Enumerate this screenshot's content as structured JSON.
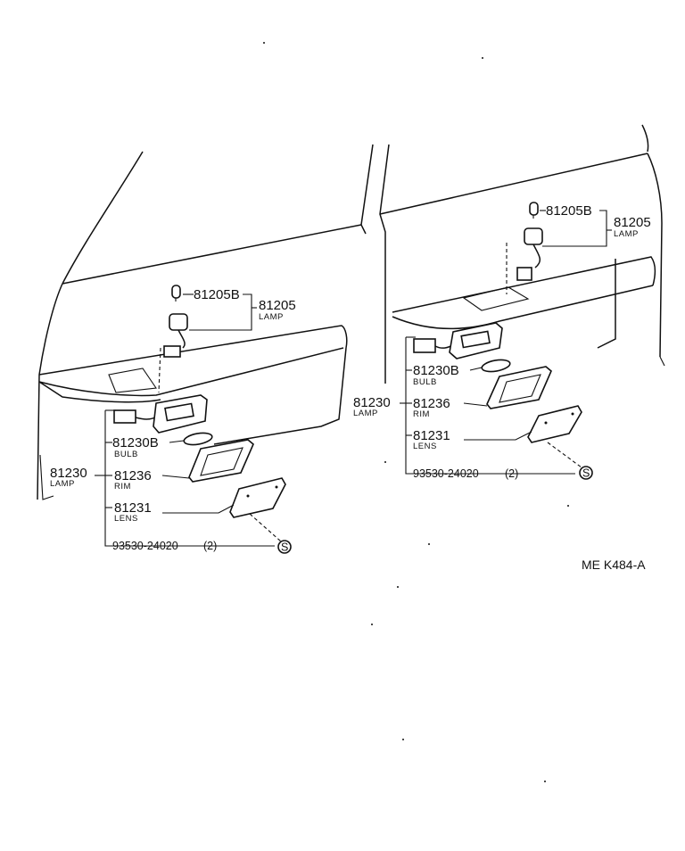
{
  "diagram_ref": "ME K484-A",
  "views": [
    {
      "id": "left",
      "assembly": {
        "number": "81230",
        "name": "LAMP"
      },
      "subassembly": {
        "number": "81205",
        "name": "LAMP"
      },
      "parts": [
        {
          "number": "81205B",
          "name": ""
        },
        {
          "number": "81230B",
          "name": "BULB"
        },
        {
          "number": "81236",
          "name": "RIM"
        },
        {
          "number": "81231",
          "name": "LENS"
        },
        {
          "number": "93530-24020",
          "name": "",
          "qty": "(2)",
          "symbol": "S"
        }
      ]
    },
    {
      "id": "right",
      "assembly": {
        "number": "81230",
        "name": "LAMP"
      },
      "subassembly": {
        "number": "81205",
        "name": "LAMP"
      },
      "parts": [
        {
          "number": "81205B",
          "name": ""
        },
        {
          "number": "81230B",
          "name": "BULB"
        },
        {
          "number": "81236",
          "name": "RIM"
        },
        {
          "number": "81231",
          "name": "LENS"
        },
        {
          "number": "93530-24020",
          "name": "",
          "qty": "(2)",
          "symbol": "S"
        }
      ]
    }
  ]
}
